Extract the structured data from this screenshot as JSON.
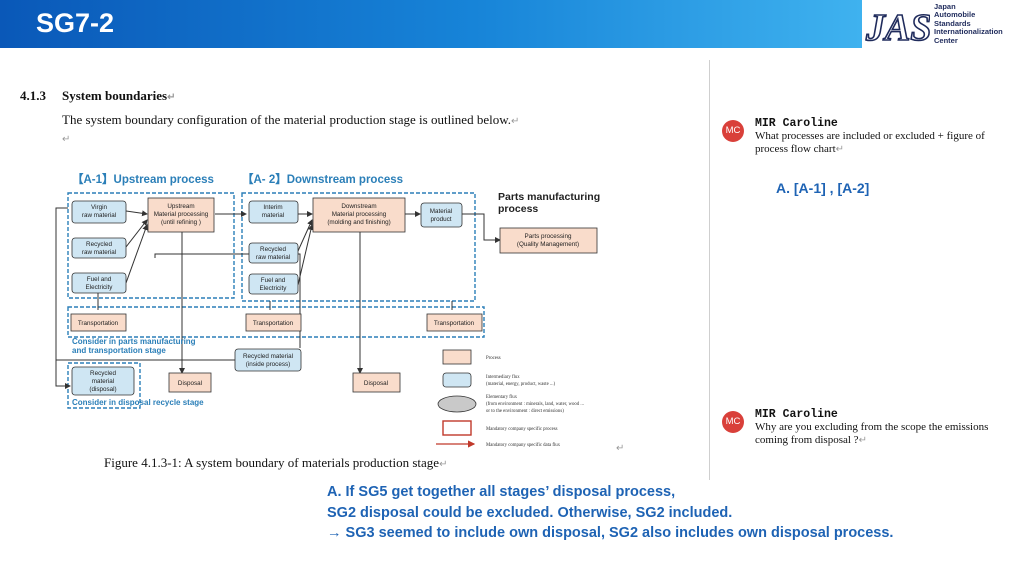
{
  "header": {
    "title": "SG7-2"
  },
  "logo": {
    "mark_text": "JASIC",
    "lines": [
      "Japan",
      "Automobile",
      "Standards",
      "Internationalization",
      "Center"
    ]
  },
  "section": {
    "number": "4.1.3",
    "title": "System boundaries",
    "body": "The system boundary configuration of the material production stage is outlined below."
  },
  "diagram": {
    "upstream_title": "【A-1】Upstream process",
    "downstream_title": "【A- 2】Downstream process",
    "parts_title_1": "Parts manufacturing",
    "parts_title_2": "process",
    "virgin_1": "Virgin",
    "virgin_2": "raw material",
    "upstream_proc_1": "Upstream",
    "upstream_proc_2": "Material processing",
    "upstream_proc_3": "(until refining )",
    "interim_1": "Interim",
    "interim_2": "material",
    "downstream_proc_1": "Downstream",
    "downstream_proc_2": "Material processing",
    "downstream_proc_3": "(molding and finishing)",
    "material_prod_1": "Material",
    "material_prod_2": "product",
    "parts_proc_1": "Parts processing",
    "parts_proc_2": "(Quality Management)",
    "recycled_a_1": "Recycled",
    "recycled_a_2": "raw material",
    "recycled_b_1": "Recycled",
    "recycled_b_2": "raw material",
    "fuel_a_1": "Fuel and",
    "fuel_a_2": "Electricity",
    "fuel_b_1": "Fuel and",
    "fuel_b_2": "Electricity",
    "transport_1": "Transportation",
    "transport_2": "Transportation",
    "transport_3": "Transportation",
    "consider_parts_1": "Consider in parts manufacturing",
    "consider_parts_2": "and transportation stage",
    "recycled_inside_1": "Recycled material",
    "recycled_inside_2": "(inside process)",
    "recycled_disposal_1": "Recycled",
    "recycled_disposal_2": "material",
    "recycled_disposal_3": "(disposal)",
    "disposal_1": "Disposal",
    "disposal_2": "Disposal",
    "consider_disposal": "Consider in disposal recycle stage",
    "legend": {
      "process": "Process",
      "intermediary_1": "Intermediary flux",
      "intermediary_2": "(material, energy, product, waste ...)",
      "elementary_1": "Elementary flux",
      "elementary_2": "(from environment : minerals, land, water, wood ...",
      "elementary_3": "or to the environment : direct emissions)",
      "mandatory_process": "Mandatory company specific process",
      "mandatory_flux": "Mandatory company specific data flux"
    }
  },
  "figure": {
    "caption": "Figure 4.1.3-1: A system boundary of materials production stage"
  },
  "comments": [
    {
      "initials": "MC",
      "author": "MIR Caroline",
      "text": "What processes are included or excluded + figure of process flow chart"
    },
    {
      "initials": "MC",
      "author": "MIR Caroline",
      "text": "Why are you excluding from the scope the emissions coming from disposal ?"
    }
  ],
  "answers": {
    "a1": "A. [A-1] , [A-2]",
    "a2_line1": "A.  If SG5 get together all stages’ disposal process,",
    "a2_line2": " SG2 disposal could be excluded. Otherwise, SG2 included.",
    "a2_line3": "→ SG3 seemed to include own disposal, SG2 also includes own disposal process."
  },
  "colors": {
    "header_start": "#0a58b8",
    "header_end": "#3fb2ef",
    "process_fill": "#f9dccb",
    "flux_fill": "#cfe6f3",
    "dashed_boundary": "#2b7fb8",
    "answer_blue": "#1e63b4",
    "comment_avatar": "#d9403a",
    "mandatory_red": "#c0392b"
  }
}
